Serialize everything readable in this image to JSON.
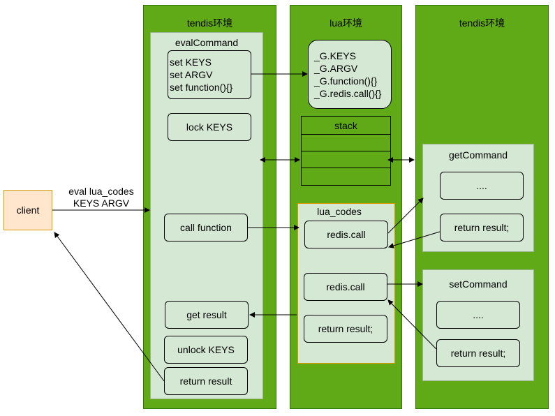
{
  "columns": {
    "tendis_left": {
      "title": "tendis环境"
    },
    "lua": {
      "title": "lua环境"
    },
    "tendis_right": {
      "title": "tendis环境"
    }
  },
  "client": {
    "label": "client",
    "request_lines": [
      "eval lua_codes",
      "KEYS ARGV"
    ]
  },
  "eval_command": {
    "title": "evalCommand",
    "setup_lines": [
      "set KEYS",
      "set ARGV",
      "set function(){}"
    ],
    "lock": "lock KEYS",
    "call": "call function",
    "get_result": "get result",
    "unlock": "unlock KEYS",
    "return_result": "return result"
  },
  "lua_env": {
    "globals": [
      "_G.KEYS",
      "_G.ARGV",
      "_G.function(){}",
      "_G.redis.call(){}"
    ],
    "stack_label": "stack",
    "lua_codes": {
      "title": "lua_codes",
      "call1": "redis.call",
      "call2": "redis.call",
      "return_result": "return result;"
    }
  },
  "get_command": {
    "title": "getCommand",
    "body": "....",
    "return_result": "return result;"
  },
  "set_command": {
    "title": "setCommand",
    "body": "....",
    "return_result": "return result;"
  },
  "colors": {
    "column_fill": "#60a917",
    "column_border": "#2d7600",
    "panel_fill": "#d5e8d4",
    "client_fill": "#ffe6cc",
    "client_border": "#d79b00"
  }
}
